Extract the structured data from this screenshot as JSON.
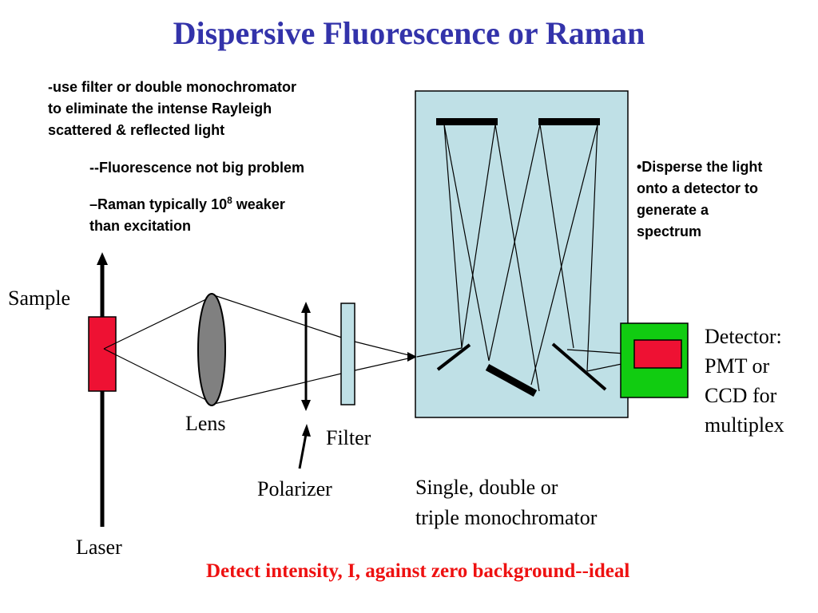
{
  "title": "Dispersive Fluorescence or Raman",
  "note_filter": {
    "line1": "-use filter or double monochromator",
    "line2": "to eliminate the intense Rayleigh",
    "line3": "scattered & reflected light"
  },
  "note_fluorescence": "--Fluorescence not big problem",
  "note_raman": {
    "prefix": "–Raman typically 10",
    "exponent": "8",
    "suffix": " weaker",
    "line2": "than excitation"
  },
  "note_disperse": {
    "line1": "•Disperse the light",
    "line2": "onto a detector to",
    "line3": "generate a",
    "line4": "spectrum"
  },
  "labels": {
    "sample": "Sample",
    "lens": "Lens",
    "filter": "Filter",
    "polarizer": "Polarizer",
    "laser": "Laser",
    "monochromator_line1": "Single, double or",
    "monochromator_line2": "triple monochromator",
    "detector_line1": "Detector:",
    "detector_line2": "PMT or",
    "detector_line3": "CCD for",
    "detector_line4": "multiplex"
  },
  "footer": "Detect intensity, I, against zero background--ideal",
  "colors": {
    "title": "#3333aa",
    "footer": "#ee1111",
    "sample": "#ee1133",
    "lens": "#808080",
    "filter": "#bfe0e6",
    "monochromator": "#bfe0e6",
    "detector_housing": "#11cc11",
    "detector_element": "#ee1133"
  }
}
